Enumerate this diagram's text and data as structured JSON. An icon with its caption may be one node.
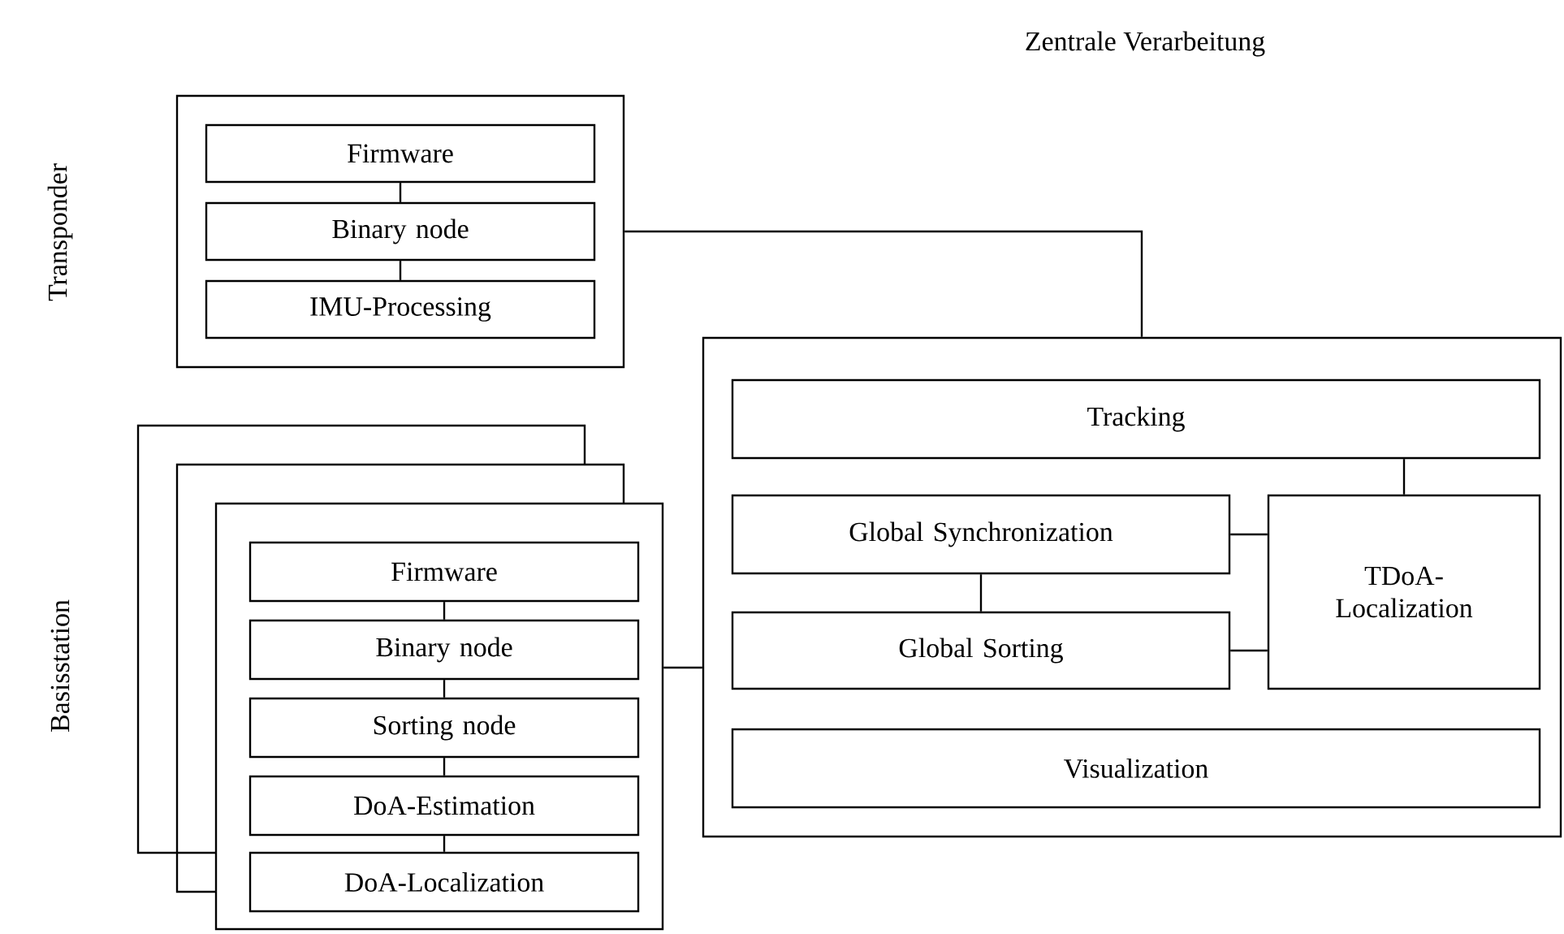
{
  "diagram": {
    "nodes": [
      {
        "text": [
          "Transponder"
        ]
      },
      {
        "text": [
          "Firmware"
        ],
        "in": 0
      },
      {
        "text": [
          "Binary node"
        ],
        "in": 0
      },
      {
        "text": [
          "IMU-Processing"
        ],
        "in": 0
      },
      {
        "text": [],
        "shape": "box"
      },
      {
        "text": [
          "Firmware"
        ],
        "in": 4
      },
      {
        "text": [
          "Binary node"
        ],
        "in": 4
      },
      {
        "text": [
          "Sorting node"
        ],
        "in": 4
      },
      {
        "text": [
          "DoA-Estimation"
        ],
        "in": 4
      },
      {
        "text": [
          "DoA-Localization"
        ],
        "in": 4
      },
      {
        "text": [],
        "shape": "box"
      },
      {
        "text": [
          "Tracking"
        ],
        "in": 10
      },
      {
        "text": [
          "Global Synchronization"
        ],
        "in": 10
      },
      {
        "text": [
          "TDoA-Localization"
        ],
        "in": 10
      },
      {
        "text": [
          "Global Sorting"
        ],
        "in": 10
      },
      {
        "text": [
          "Visualization"
        ],
        "in": 10
      }
    ],
    "edges": [
      {
        "from": 1,
        "to": 2,
        "arrow": "none"
      },
      {
        "from": 2,
        "to": 3,
        "arrow": "none"
      },
      {
        "from": 0,
        "to": 10,
        "arrow": "none"
      },
      {
        "from": 5,
        "to": 6,
        "arrow": "none"
      },
      {
        "from": 6,
        "to": 7,
        "arrow": "none"
      },
      {
        "from": 7,
        "to": 8,
        "arrow": "none"
      },
      {
        "from": 8,
        "to": 9,
        "arrow": "none"
      },
      {
        "from": 4,
        "to": 10,
        "arrow": "none"
      },
      {
        "from": 11,
        "to": 13,
        "arrow": "none"
      },
      {
        "from": 12,
        "to": 13,
        "arrow": "none"
      },
      {
        "from": 12,
        "to": 14,
        "arrow": "none"
      },
      {
        "from": 14,
        "to": 13,
        "arrow": "none"
      }
    ],
    "labels": [
      "Zentrale Verarbeitung",
      "Basisstation"
    ]
  }
}
